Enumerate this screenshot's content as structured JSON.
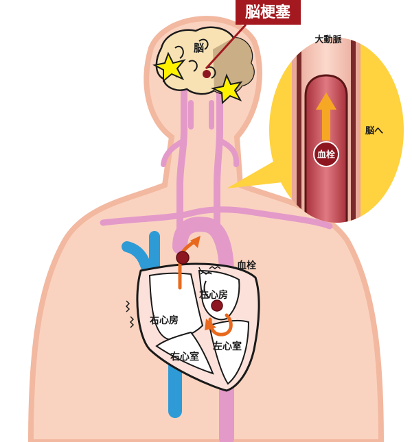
{
  "labels": {
    "title": "脳梗塞",
    "brain": "脳",
    "aorta": "大動脈",
    "to_brain": "脳へ",
    "clot_inset": "血栓",
    "clot_heart": "血栓",
    "left_atrium": "左心房",
    "right_atrium": "右心房",
    "right_ventricle": "右心室",
    "left_ventricle": "左心室"
  },
  "colors": {
    "skin": "#FAD3C0",
    "skin_outline": "#F2B8A0",
    "artery": "#E39AC9",
    "vein": "#2E9BD6",
    "brain": "#F8E2B4",
    "infarct": "#C9AE86",
    "title_bg": "#A3191F",
    "clot": "#8E1620",
    "arrow": "#E8691E",
    "callout": "#FFD23F",
    "vessel_red": "#C9515B",
    "vessel_pink": "#F0B3A8"
  }
}
